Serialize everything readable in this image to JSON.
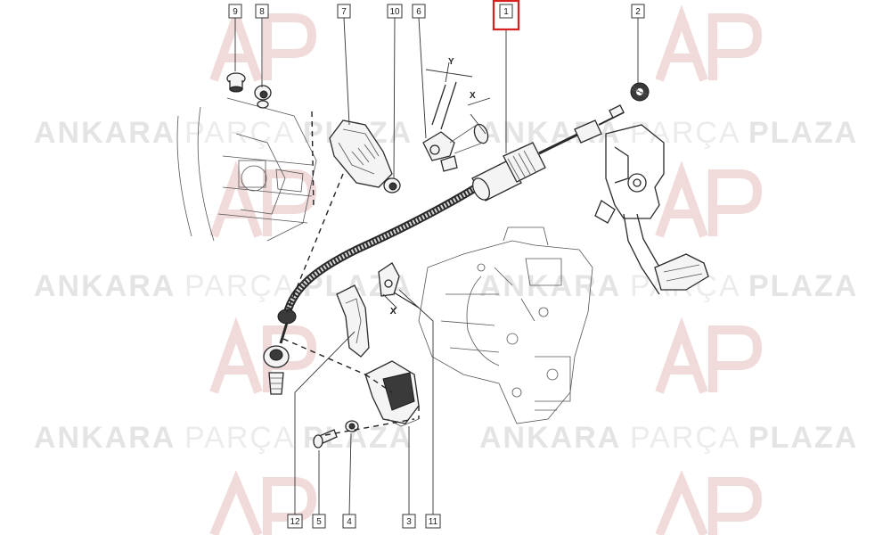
{
  "watermark": {
    "brand_a": "ANKARA",
    "brand_b": "PARÇA",
    "brand_c": "PLAZA",
    "logo_mark": "AP",
    "color_dark": "#e6e6e6",
    "color_logo": "#f3dada"
  },
  "callouts": {
    "c9": "9",
    "c8": "8",
    "c7": "7",
    "c10": "10",
    "c6": "6",
    "c1": "1",
    "c2": "2",
    "c12": "12",
    "c5": "5",
    "c4": "4",
    "c3": "3",
    "c11": "11"
  },
  "highlight": {
    "part": "1",
    "color": "#d62020"
  },
  "dimensions": {
    "y_top": "Y",
    "x_top": "X",
    "x_mid": "X"
  }
}
